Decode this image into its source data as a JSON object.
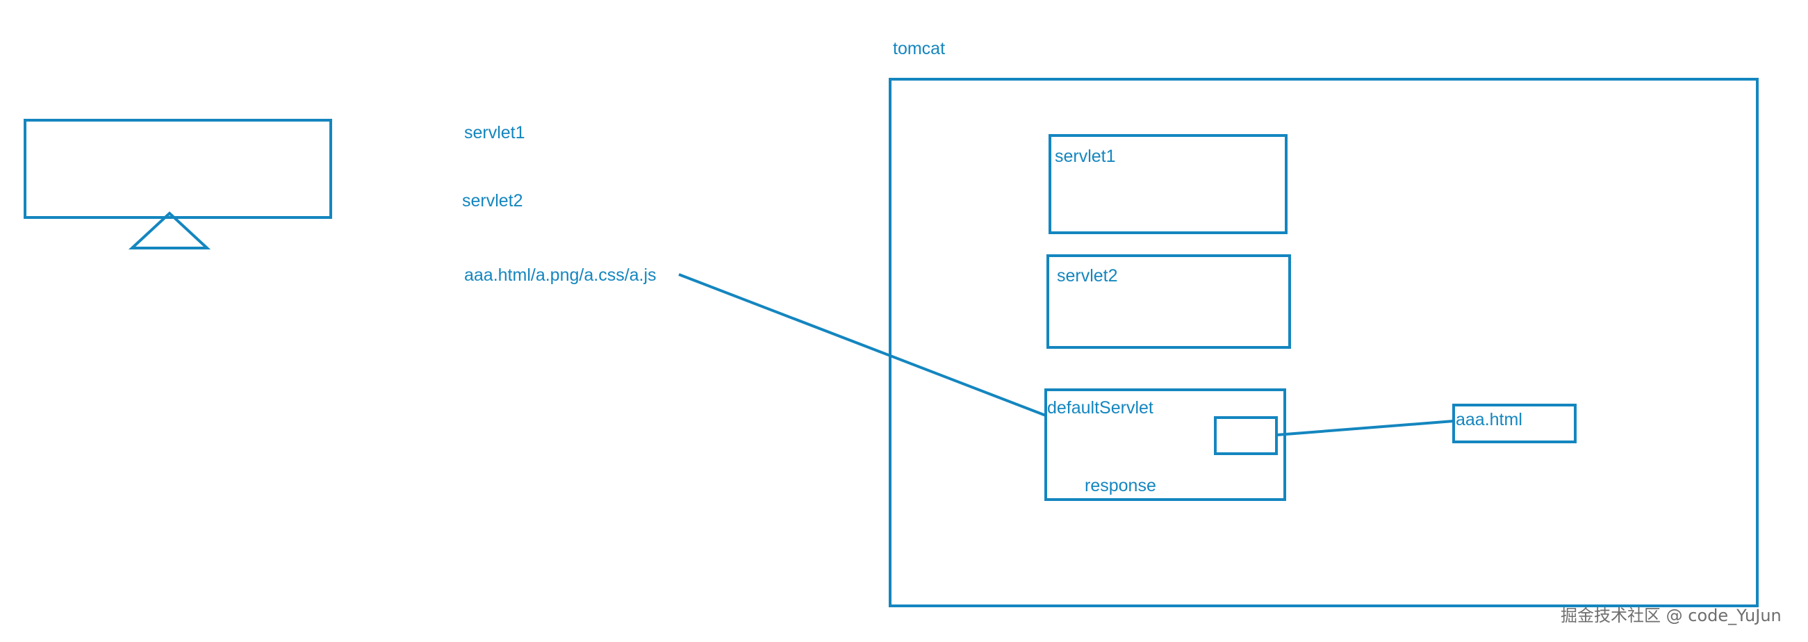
{
  "diagram": {
    "colors": {
      "stroke": "#1486bf",
      "text": "#1486bf",
      "watermark": "#6e6e6e",
      "background": "#ffffff"
    },
    "client": {
      "icon": "monitor-icon",
      "request_items": [
        "servlet1",
        "servlet2",
        "aaa.html/a.png/a.css/a.js"
      ]
    },
    "tomcat": {
      "title": "tomcat",
      "servlets": [
        "servlet1",
        "servlet2"
      ],
      "default_servlet": {
        "label": "defaultServlet",
        "response_label": "response"
      },
      "static_file": "aaa.html"
    },
    "watermark": "掘金技术社区 @ code_YuJun"
  }
}
